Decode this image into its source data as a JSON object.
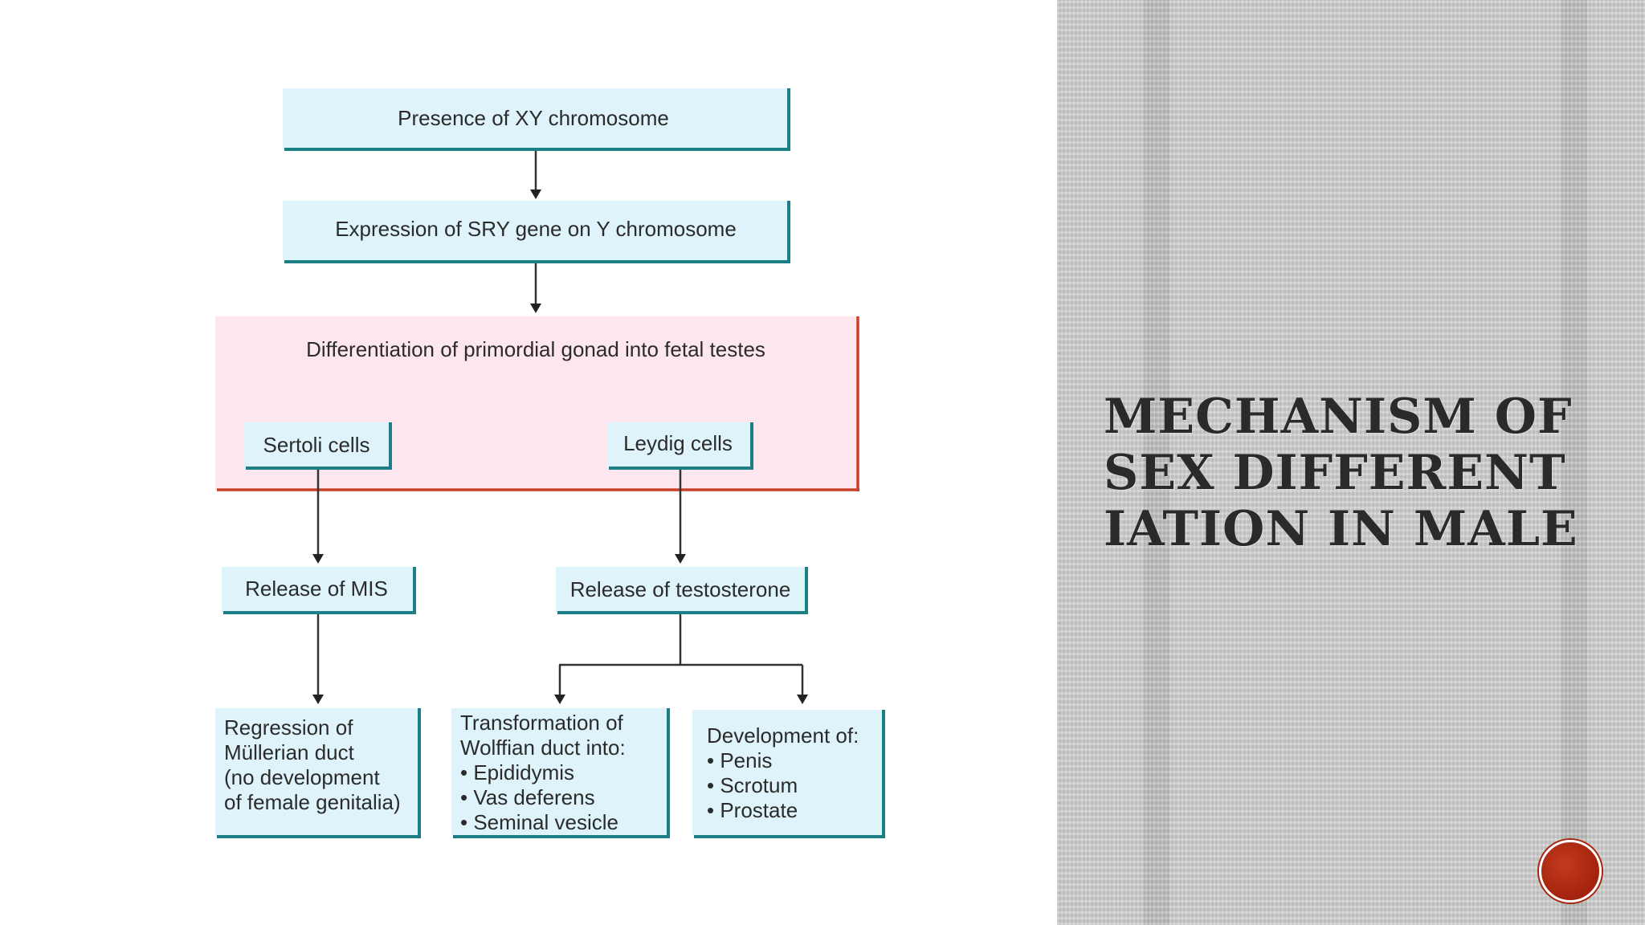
{
  "diagram": {
    "presence": "Presence of XY chromosome",
    "expression": "Expression of SRY gene on Y chromosome",
    "differentiation": "Differentiation of primordial gonad into fetal testes",
    "sertoli": "Sertoli cells",
    "leydig": "Leydig cells",
    "mis": "Release of MIS",
    "testosterone": "Release of testosterone",
    "regression": [
      "Regression of",
      "Müllerian duct",
      "(no development",
      "of female genitalia)"
    ],
    "wolffian": [
      "Transformation of",
      "Wolffian duct into:",
      "• Epididymis",
      "• Vas deferens",
      "• Seminal vesicle"
    ],
    "development": [
      "Development of:",
      "• Penis",
      "• Scrotum",
      "• Prostate"
    ]
  },
  "title": "Mechanism of sex differentiation in male",
  "colors": {
    "box_fill": "#dff3fa",
    "box_edge": "#1d7f86",
    "pink_fill": "#fde6ee",
    "pink_edge": "#c9412a",
    "badge": "#a8260f"
  }
}
